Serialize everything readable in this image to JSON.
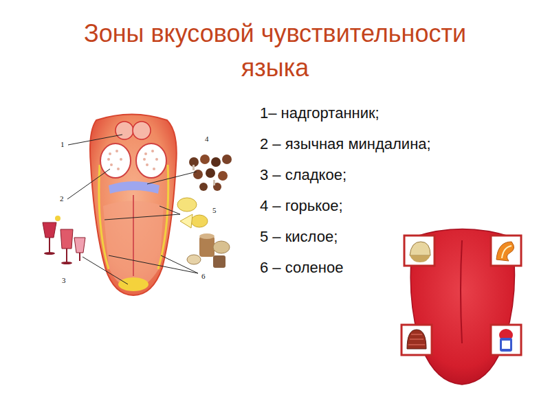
{
  "diagram": {
    "title": "Зоны вкусовой чувствительности языка",
    "labels": [
      "1– надгортанник;",
      "2 – язычная миндалина;",
      "3 – сладкое;",
      "4 – горькое;",
      "5 – кислое;",
      "6 – соленое",
      "1",
      "2",
      "4",
      "5",
      "3",
      "6"
    ]
  }
}
